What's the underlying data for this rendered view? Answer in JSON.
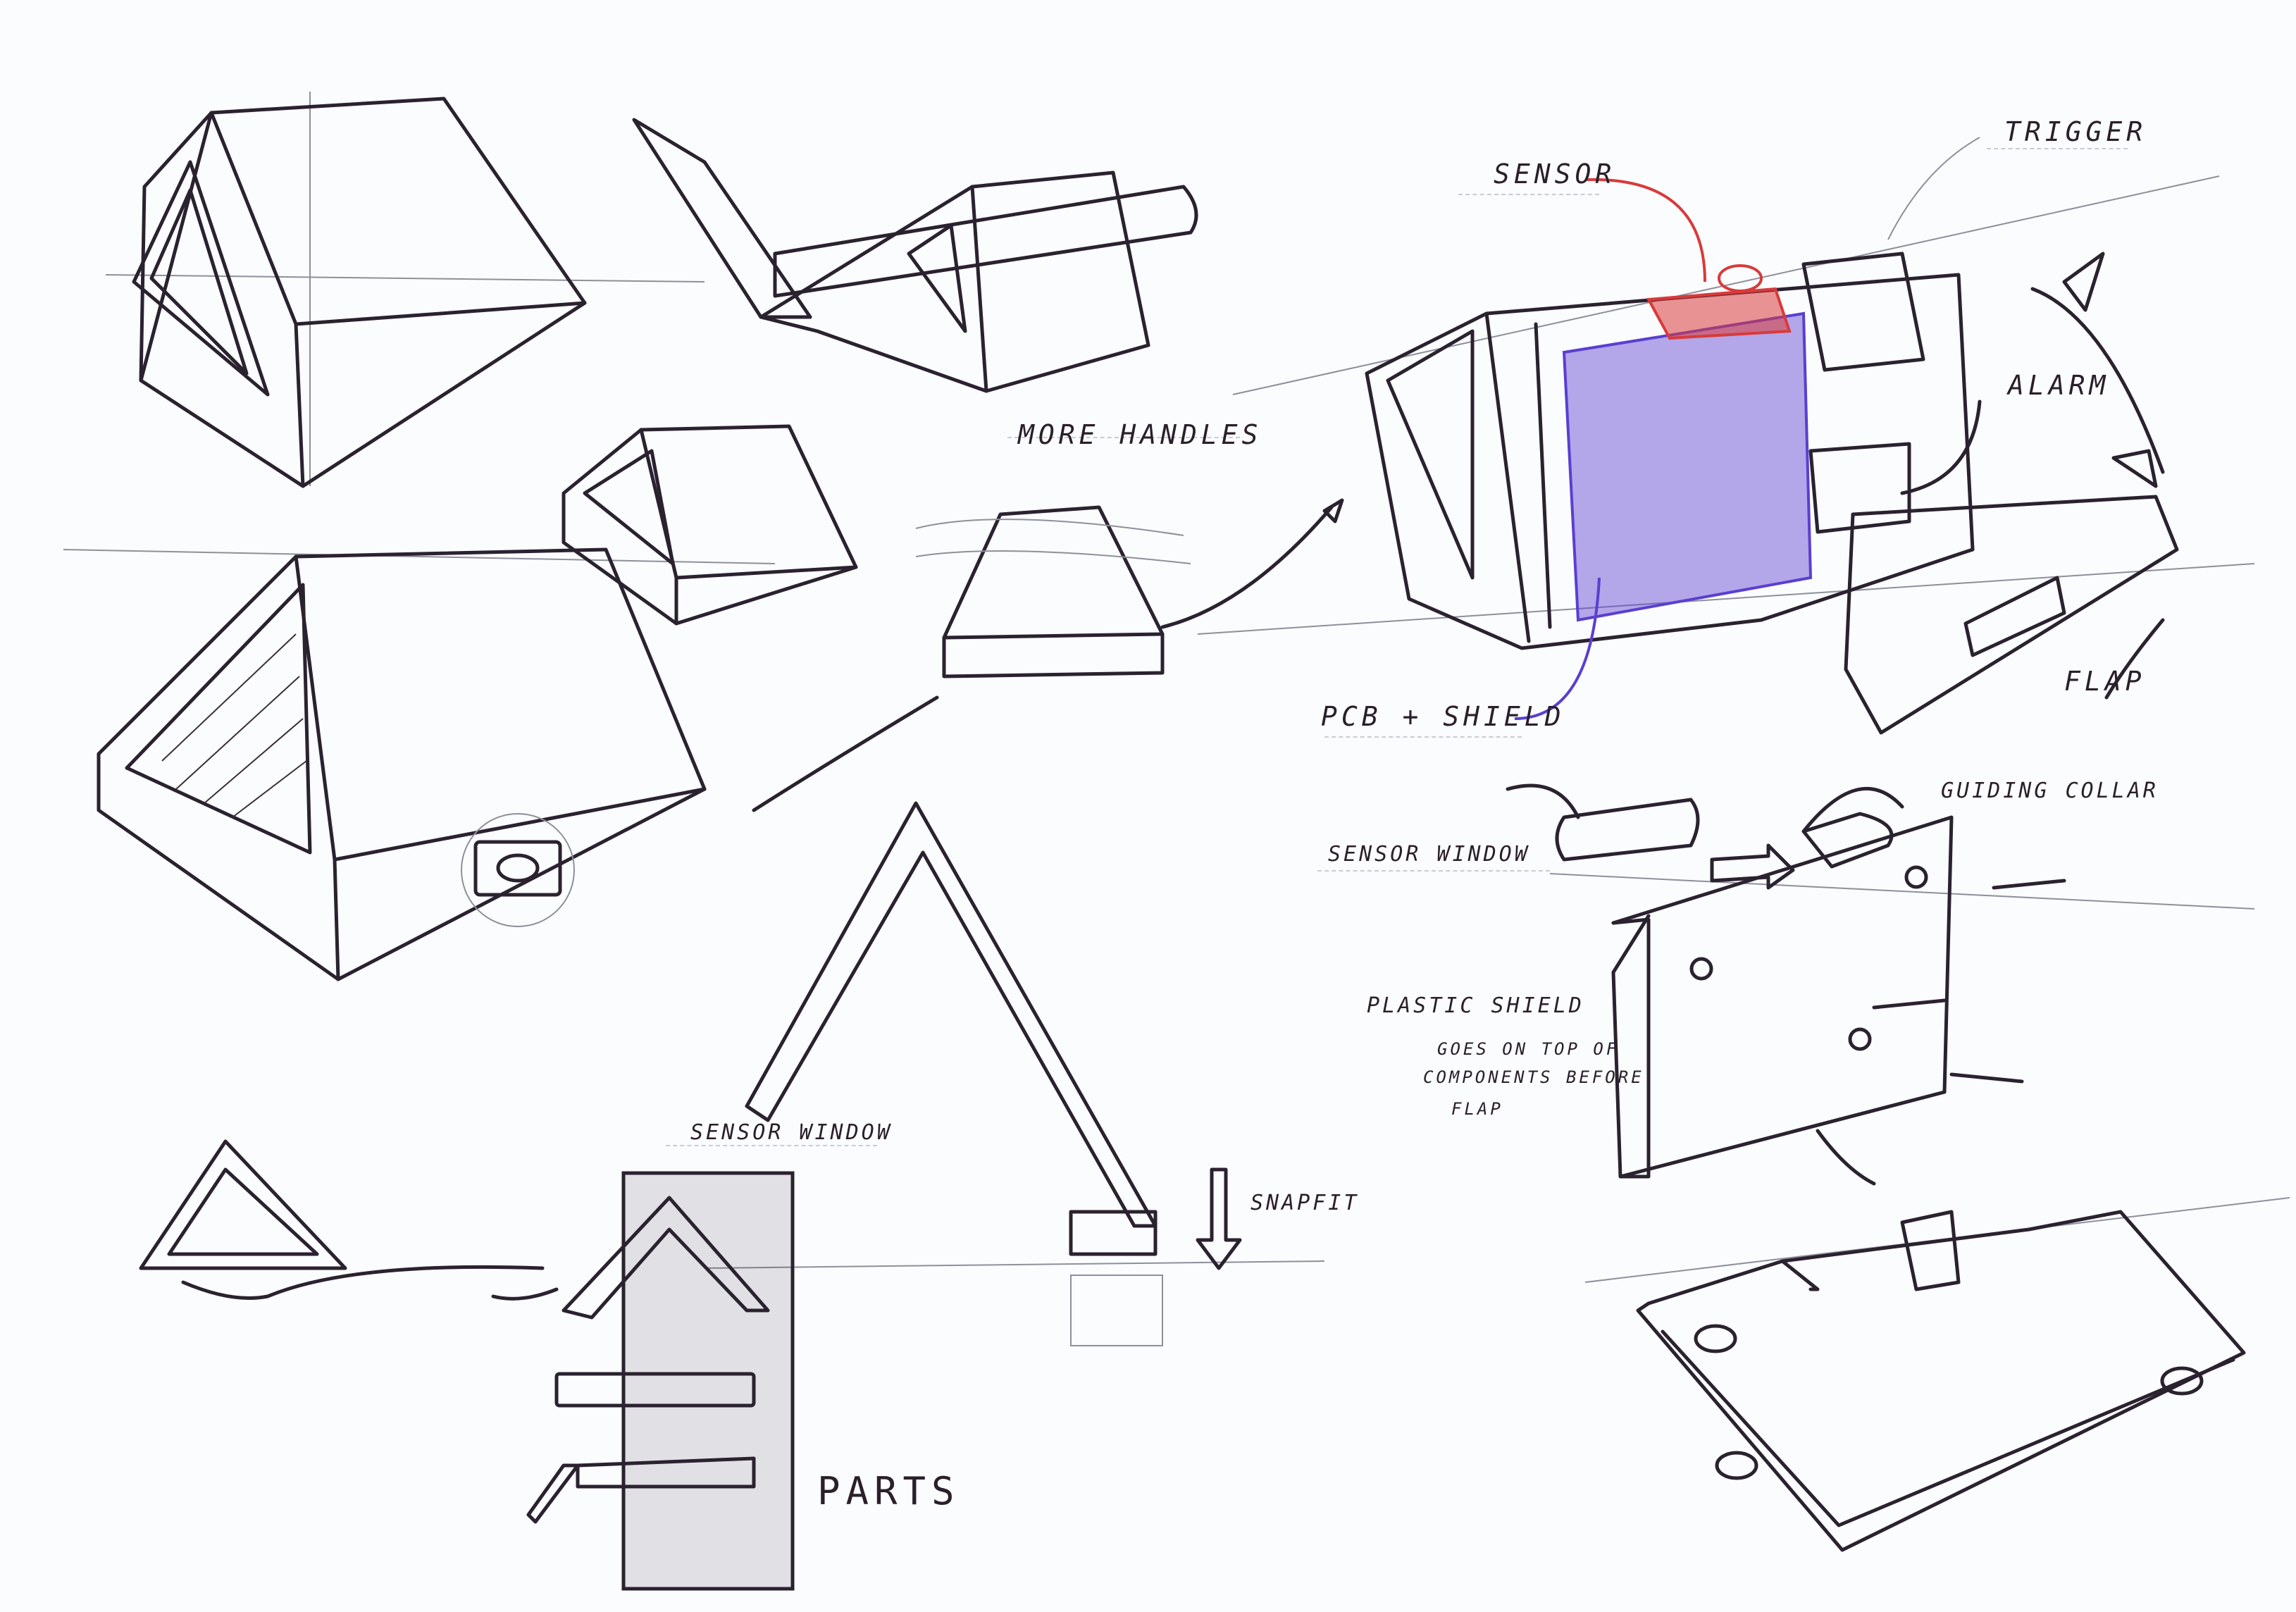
{
  "sheet": {
    "title": "Enclosure concept sketches",
    "ink_colors": {
      "pen": "#2b2230",
      "construction": "#8f8f9c",
      "sensor_highlight": "#d93a3a",
      "pcb_highlight": "#5a3fd0",
      "paper": "#fbfcfe"
    }
  },
  "labels": {
    "more_handles": "MORE HANDLES",
    "sensor": "SENSOR",
    "trigger": "TRIGGER",
    "alarm": "ALARM",
    "flap": "FLAP",
    "pcb_shield": "PCB + SHIELD",
    "guiding_collar": "GUIDING COLLAR",
    "sensor_window_right": "SENSOR WINDOW",
    "plastic_shield": "PLASTIC SHIELD",
    "plastic_shield_note_1": "GOES ON TOP OF",
    "plastic_shield_note_2": "COMPONENTS BEFORE",
    "plastic_shield_note_3": "FLAP",
    "sensor_window_left": "SENSOR WINDOW",
    "snapfit": "SNAPFIT",
    "parts": "PARTS"
  },
  "sketches": [
    {
      "id": "prism-housing-top-left",
      "description": "Triangular prism housing"
    },
    {
      "id": "tube-handle-variant",
      "description": "Housing with cylindrical handle"
    },
    {
      "id": "small-pyramid-housing",
      "description": "Small truncated pyramid housing"
    },
    {
      "id": "handles-variant",
      "description": "Variant with more handles"
    },
    {
      "id": "large-pyramid-housing",
      "description": "Large housing with sensor window"
    },
    {
      "id": "open-enclosure",
      "description": "Open enclosure with sensor, trigger, alarm, PCB + shield, flap"
    },
    {
      "id": "exploded-shield",
      "description": "Plastic shield with guiding collar, sensor window and screws"
    },
    {
      "id": "base-tray",
      "description": "Base tray with standoffs"
    },
    {
      "id": "triangle-frame",
      "description": "Triangular frame part"
    },
    {
      "id": "a-frame-snapfit",
      "description": "A-frame section with snapfit detail"
    },
    {
      "id": "parts-board",
      "description": "Parts layout board"
    }
  ]
}
